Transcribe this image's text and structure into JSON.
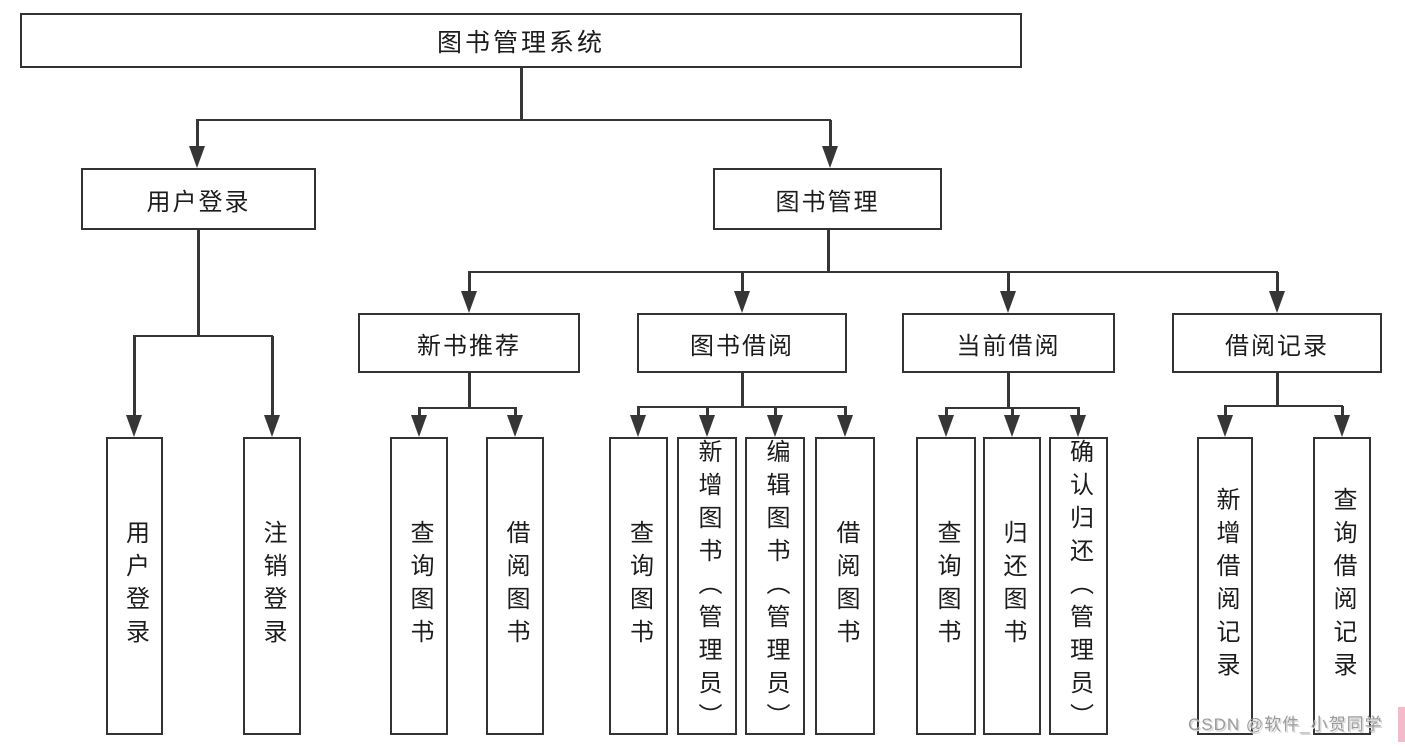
{
  "diagram": {
    "type": "hierarchy-tree",
    "title": "图书管理系统",
    "colors": {
      "background": "#ffffff",
      "line": "#363636",
      "box_border": "#333333",
      "text": "#1c1c1c",
      "watermark": "#9c9c9c",
      "watermark_accent": "#f3bac9"
    },
    "watermark": "CSDN @软件_小贺同学",
    "tree": {
      "root": {
        "label": "图书管理系统",
        "children": [
          {
            "label": "用户登录",
            "children": [
              {
                "label": "用户登录"
              },
              {
                "label": "注销登录"
              }
            ]
          },
          {
            "label": "图书管理",
            "children": [
              {
                "label": "新书推荐",
                "children": [
                  {
                    "label": "查询图书"
                  },
                  {
                    "label": "借阅图书"
                  }
                ]
              },
              {
                "label": "图书借阅",
                "children": [
                  {
                    "label": "查询图书"
                  },
                  {
                    "label": "新增图书（管理员）"
                  },
                  {
                    "label": "编辑图书（管理员）"
                  },
                  {
                    "label": "借阅图书"
                  }
                ]
              },
              {
                "label": "当前借阅",
                "children": [
                  {
                    "label": "查询图书"
                  },
                  {
                    "label": "归还图书"
                  },
                  {
                    "label": "确认归还（管理员）"
                  }
                ]
              },
              {
                "label": "借阅记录",
                "children": [
                  {
                    "label": "新增借阅记录"
                  },
                  {
                    "label": "查询借阅记录"
                  }
                ]
              }
            ]
          }
        ]
      }
    }
  }
}
